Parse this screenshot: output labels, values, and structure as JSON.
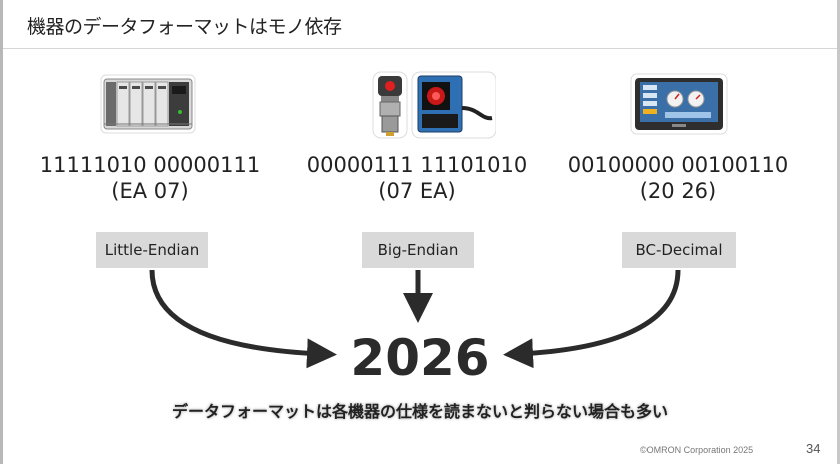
{
  "slide": {
    "title": "機器のデータフォーマットはモノ依存",
    "devices": [
      {
        "icon": "plc-icon",
        "bytes": "11111010 00000111",
        "hex": "(EA 07)",
        "format": "Little-Endian"
      },
      {
        "icon": "sensor-icon",
        "bytes": "00000111 11101010",
        "hex": "(07 EA)",
        "format": "Big-Endian"
      },
      {
        "icon": "touch-panel-icon",
        "bytes": "00100000 00100110",
        "hex": "(20 26)",
        "format": "BC-Decimal"
      }
    ],
    "result": "2026",
    "caption": "データフォーマットは各機器の仕様を読まないと判らない場合も多い",
    "footer": {
      "copyright": "©OMRON Corporation 2025",
      "page": "34"
    }
  }
}
